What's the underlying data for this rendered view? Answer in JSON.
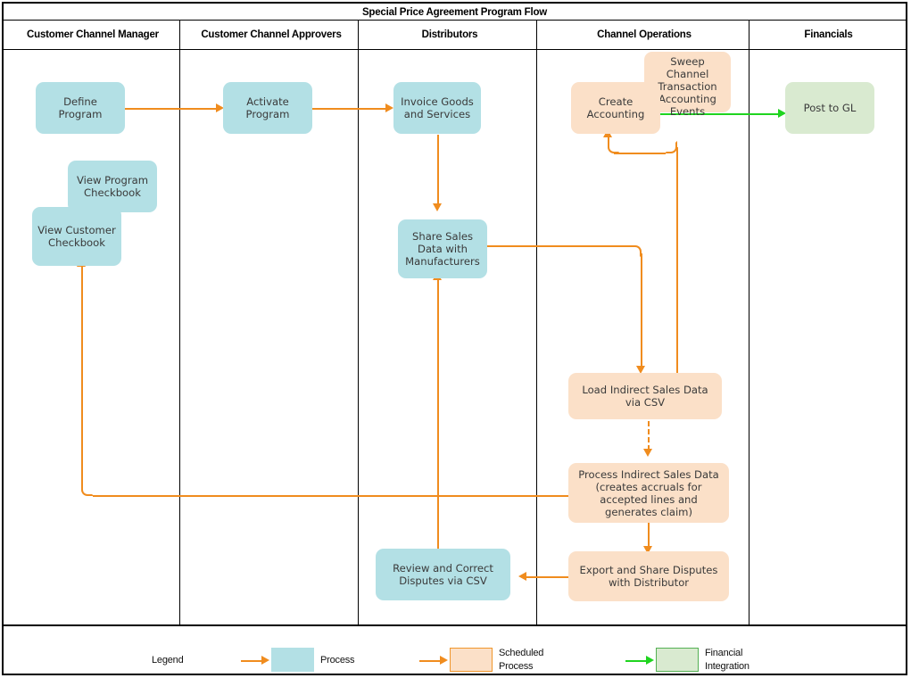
{
  "diagram": {
    "title": "Special Price Agreement Program Flow",
    "lanes": [
      {
        "id": "customer-channel-manager",
        "label": "Customer Channel Manager"
      },
      {
        "id": "customer-channel-approvers",
        "label": "Customer Channel Approvers"
      },
      {
        "id": "distributors",
        "label": "Distributors"
      },
      {
        "id": "channel-operations",
        "label": "Channel Operations"
      },
      {
        "id": "financials",
        "label": "Financials"
      }
    ],
    "nodes": [
      {
        "id": "define-program",
        "label": "Define Program",
        "type": "process",
        "lane": "customer-channel-manager"
      },
      {
        "id": "view-program-checkbook",
        "label": "View Program Checkbook",
        "type": "process",
        "lane": "customer-channel-manager"
      },
      {
        "id": "view-customer-checkbook",
        "label": "View Customer Checkbook",
        "type": "process",
        "lane": "customer-channel-manager"
      },
      {
        "id": "activate-program",
        "label": "Activate Program",
        "type": "process",
        "lane": "customer-channel-approvers"
      },
      {
        "id": "invoice-goods-and-services",
        "label": "Invoice Goods and Services",
        "type": "process",
        "lane": "distributors"
      },
      {
        "id": "share-sales-data",
        "label": "Share Sales Data with Manufacturers",
        "type": "process",
        "lane": "distributors"
      },
      {
        "id": "review-and-correct-disputes",
        "label": "Review and Correct Disputes via CSV",
        "type": "process",
        "lane": "distributors"
      },
      {
        "id": "create-accounting",
        "label": "Create Accounting",
        "type": "scheduled",
        "lane": "channel-operations"
      },
      {
        "id": "sweep-channel-events",
        "label": "Sweep Channel Transaction Accounting Events",
        "type": "scheduled",
        "lane": "channel-operations"
      },
      {
        "id": "load-indirect-sales-data",
        "label": "Load Indirect Sales Data via CSV",
        "type": "scheduled",
        "lane": "channel-operations"
      },
      {
        "id": "process-indirect-sales-data",
        "label": "Process Indirect Sales Data (creates accruals for accepted lines and generates claim)",
        "type": "scheduled",
        "lane": "channel-operations"
      },
      {
        "id": "export-and-share-disputes",
        "label": "Export and Share Disputes with Distributor",
        "type": "scheduled",
        "lane": "channel-operations"
      },
      {
        "id": "post-to-gl",
        "label": "Post to GL",
        "type": "financial",
        "lane": "financials"
      }
    ],
    "edges": [
      {
        "from": "define-program",
        "to": "activate-program",
        "style": "solid",
        "color": "orange"
      },
      {
        "from": "activate-program",
        "to": "invoice-goods-and-services",
        "style": "solid",
        "color": "orange"
      },
      {
        "from": "invoice-goods-and-services",
        "to": "share-sales-data",
        "style": "solid",
        "color": "orange"
      },
      {
        "from": "share-sales-data",
        "to": "load-indirect-sales-data",
        "style": "solid",
        "color": "orange"
      },
      {
        "from": "load-indirect-sales-data",
        "to": "process-indirect-sales-data",
        "style": "dashed",
        "color": "orange"
      },
      {
        "from": "load-indirect-sales-data",
        "to": "create-accounting",
        "style": "solid",
        "color": "orange"
      },
      {
        "from": "create-accounting",
        "to": "post-to-gl",
        "style": "solid",
        "color": "green"
      },
      {
        "from": "process-indirect-sales-data",
        "to": "view-customer-checkbook",
        "style": "solid",
        "color": "orange"
      },
      {
        "from": "process-indirect-sales-data",
        "to": "export-and-share-disputes",
        "style": "solid",
        "color": "orange"
      },
      {
        "from": "export-and-share-disputes",
        "to": "review-and-correct-disputes",
        "style": "solid",
        "color": "orange"
      },
      {
        "from": "review-and-correct-disputes",
        "to": "share-sales-data",
        "style": "solid",
        "color": "orange"
      }
    ]
  },
  "legend": {
    "title": "Legend",
    "items": [
      {
        "id": "process",
        "label": "Process",
        "fill": "#b3e0e5",
        "arrow": "#f08c1e"
      },
      {
        "id": "scheduled",
        "label": "Scheduled Process",
        "fill": "#fbe0c8",
        "arrow": "#f08c1e"
      },
      {
        "id": "financial",
        "label": "Financial Integration",
        "fill": "#d9ead0",
        "arrow": "#1fd41f"
      }
    ]
  },
  "colors": {
    "process_fill": "#b3e0e5",
    "scheduled_fill": "#fbe0c8",
    "financial_fill": "#d9ead0",
    "flow_orange": "#f08c1e",
    "flow_green": "#1fd41f",
    "frame": "#000000"
  }
}
